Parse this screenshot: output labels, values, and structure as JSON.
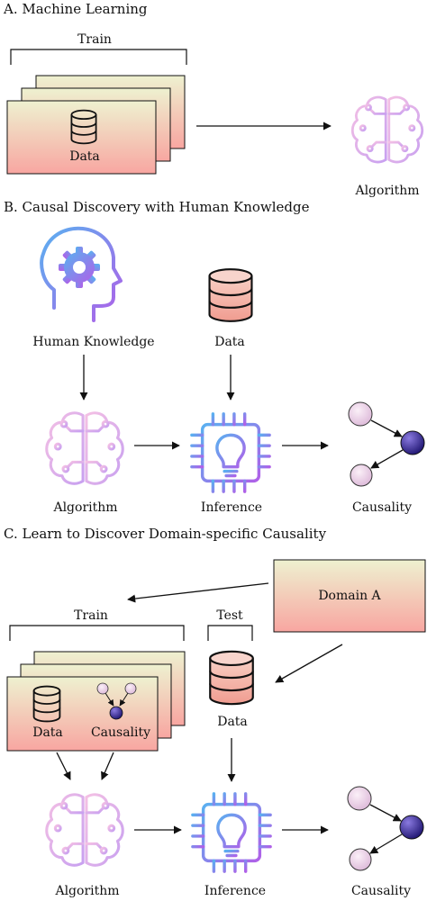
{
  "section_a": {
    "title": "A. Machine Learning",
    "train": "Train",
    "data": "Data",
    "algorithm": "Algorithm"
  },
  "section_b": {
    "title": "B. Causal Discovery with Human Knowledge",
    "human_knowledge": "Human Knowledge",
    "data": "Data",
    "algorithm": "Algorithm",
    "inference": "Inference",
    "causality": "Causality"
  },
  "section_c": {
    "title": "C. Learn to Discover Domain-specific Causality",
    "domain": "Domain A",
    "train": "Train",
    "test": "Test",
    "data_train": "Data",
    "causality_train": "Causality",
    "data_test": "Data",
    "algorithm": "Algorithm",
    "inference": "Inference",
    "causality": "Causality"
  },
  "colors": {
    "card_top": "#eef1d0",
    "card_bottom": "#f8a6a1",
    "db_fill": "#f4b4a8",
    "brain_light": "#f0c8e6",
    "brain_purple": "#c898f0",
    "gradient_blue": "#5aa8f0",
    "gradient_purple": "#a868e8",
    "node_light": "#ecd8ea",
    "node_dark": "#3c2c9c"
  }
}
